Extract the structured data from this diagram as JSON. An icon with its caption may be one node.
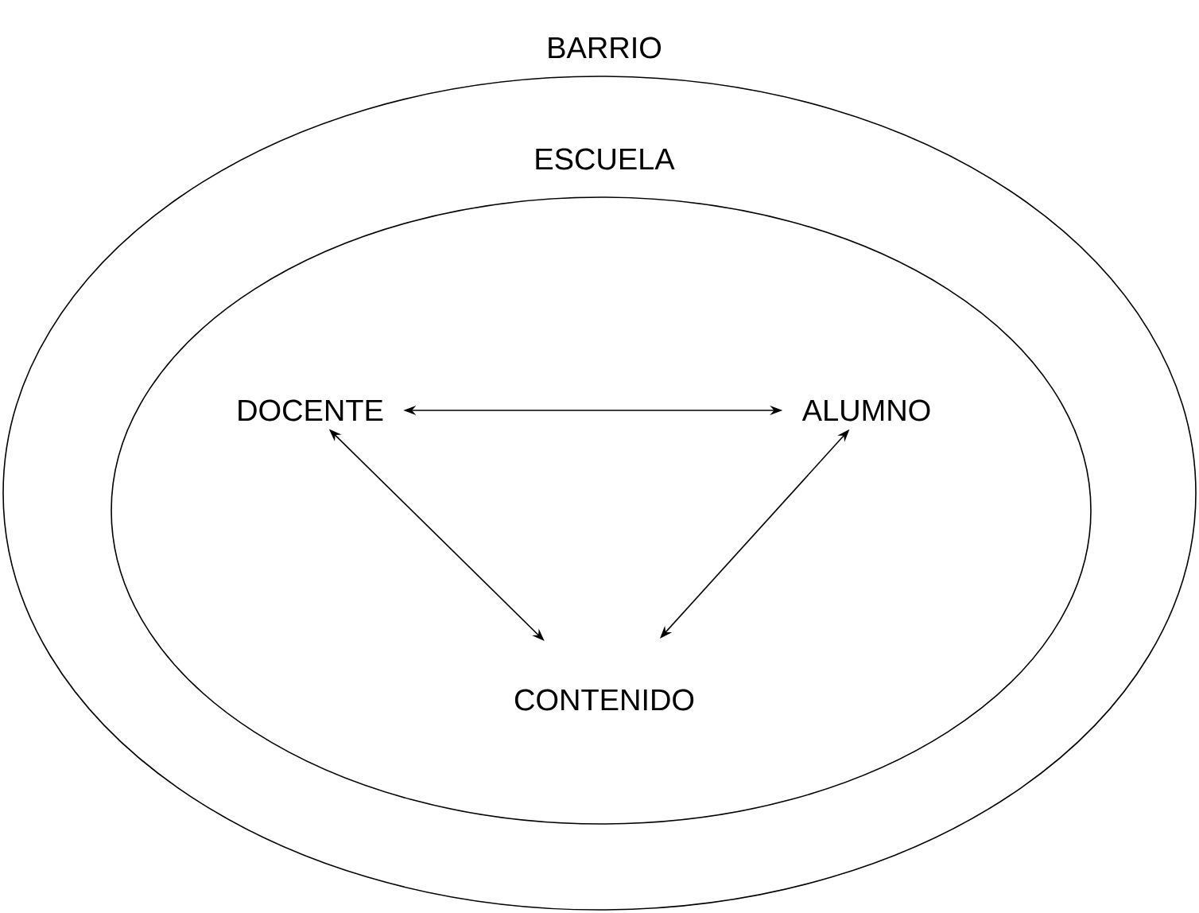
{
  "diagram": {
    "nodes": [
      {
        "text": [
          "BARRIO"
        ]
      },
      {
        "text": [
          "ESCUELA"
        ],
        "in": 0
      },
      {
        "text": [
          "DOCENTE"
        ],
        "in": 1
      },
      {
        "text": [
          "ALUMNO"
        ],
        "in": 1
      },
      {
        "text": [
          "CONTENIDO"
        ],
        "in": 1
      }
    ],
    "edges": [
      {
        "from": 2,
        "to": 3,
        "arrow": "both"
      },
      {
        "from": 2,
        "to": 4,
        "arrow": "both"
      },
      {
        "from": 3,
        "to": 4,
        "arrow": "both"
      }
    ]
  }
}
